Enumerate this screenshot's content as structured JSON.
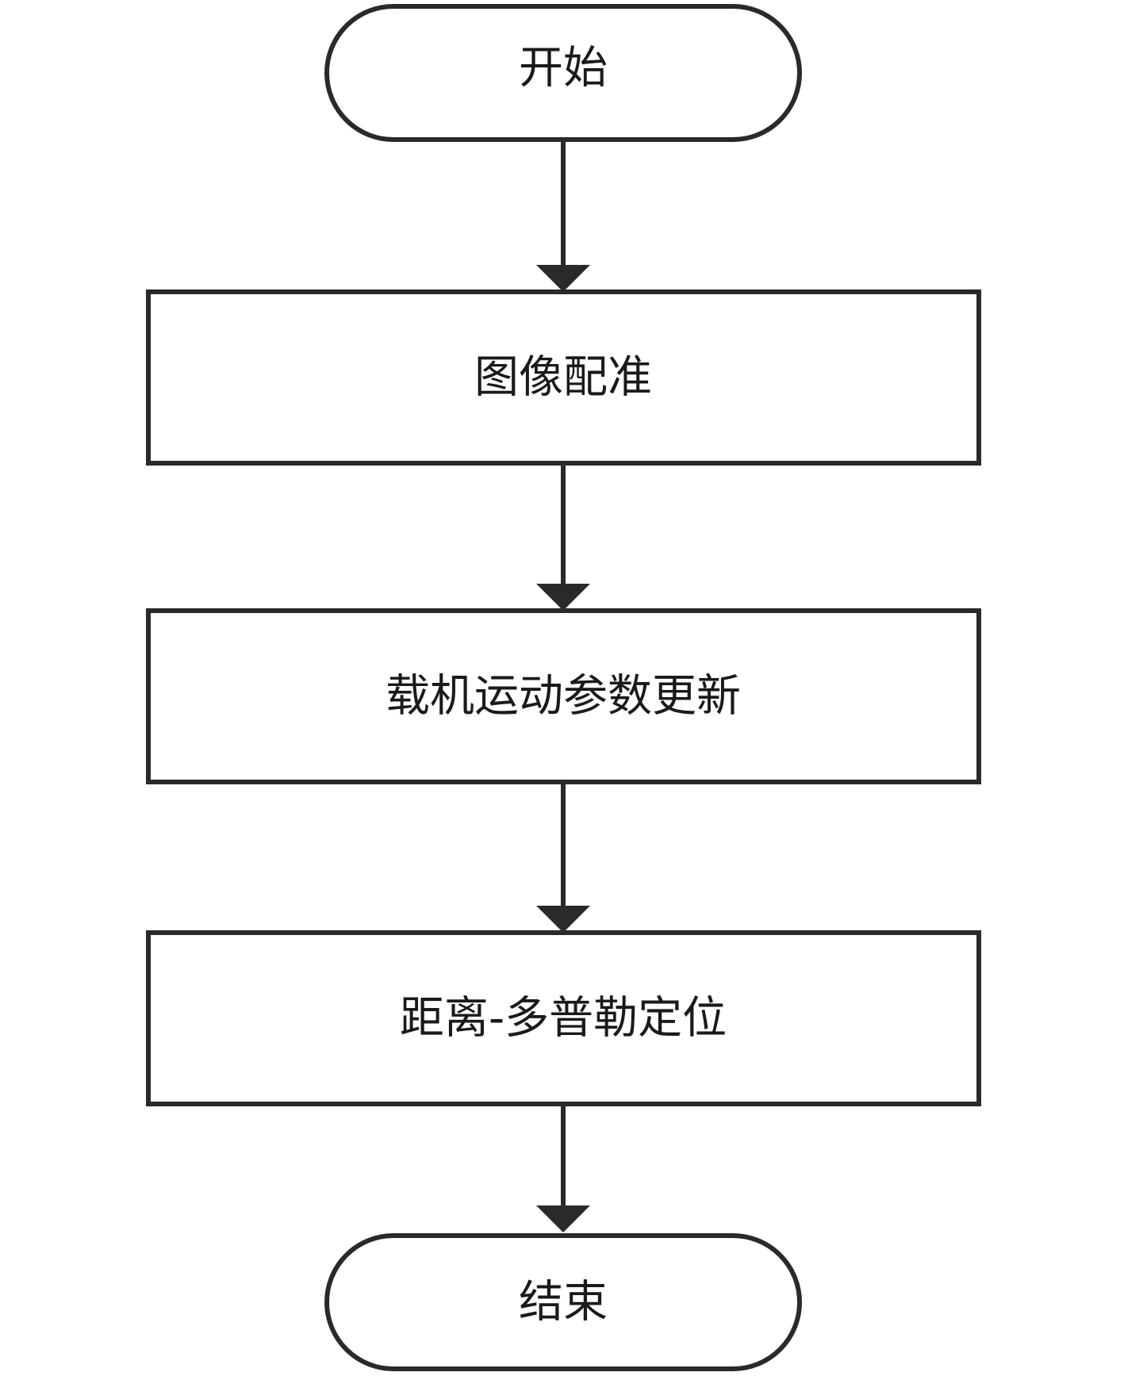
{
  "nodes": {
    "start": "开始",
    "image_registration": "图像配准",
    "motion_update": "载机运动参数更新",
    "range_doppler": "距离-多普勒定位",
    "end": "结束"
  },
  "colors": {
    "stroke": "#2a2a2a",
    "text": "#1a1a1a",
    "background": "#ffffff"
  }
}
